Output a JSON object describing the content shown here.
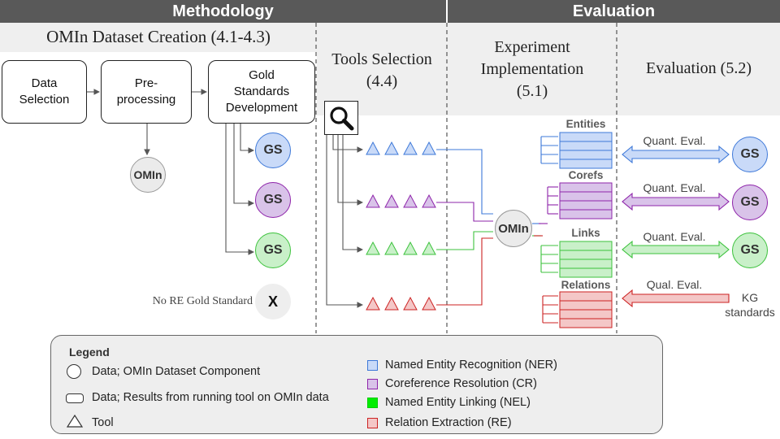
{
  "headers": {
    "methodology": "Methodology",
    "evaluation": "Evaluation"
  },
  "sections": {
    "dataset_creation": "OMIn Dataset Creation (4.1-4.3)",
    "tools_selection": [
      "Tools Selection",
      "(4.4)"
    ],
    "experiment_implementation": [
      "Experiment",
      "Implementation",
      "(5.1)"
    ],
    "evaluation_52": "Evaluation (5.2)"
  },
  "process_boxes": [
    {
      "id": "data-selection",
      "lines": [
        "Data",
        "Selection"
      ]
    },
    {
      "id": "preprocessing",
      "lines": [
        "Pre-",
        "processing"
      ]
    },
    {
      "id": "gold-standards",
      "lines": [
        "Gold",
        "Standards",
        "Development"
      ]
    }
  ],
  "omin_label": "OMIn",
  "gold_standard_label": "GS",
  "no_re_gold_standard": "No RE Gold Standard",
  "no_re_mark": "X",
  "result_groups": [
    {
      "key": "ner",
      "label": "Entities",
      "eval": "Quant. Eval.",
      "target": "GS"
    },
    {
      "key": "cr",
      "label": "Corefs",
      "eval": "Quant. Eval.",
      "target": "GS"
    },
    {
      "key": "nel",
      "label": "Links",
      "eval": "Quant. Eval.",
      "target": "GS"
    },
    {
      "key": "re",
      "label": "Relations",
      "eval": "Qual. Eval.",
      "target": [
        "KG",
        "standards"
      ]
    }
  ],
  "icons": {
    "magnifier": "magnifier-icon"
  },
  "colors": {
    "header_bg": "#595959",
    "band_bg": "#efefef",
    "ner_fill": "#c9daf8",
    "ner_stroke": "#3d78d8",
    "cr_fill": "#d9c3e9",
    "cr_stroke": "#8e24aa",
    "nel_fill": "#c9f0c9",
    "nel_stroke": "#3cc23c",
    "re_fill": "#f4c7c7",
    "re_stroke": "#cc2222"
  },
  "legend": {
    "title": "Legend",
    "shapes": [
      {
        "shape": "circle",
        "text": "Data; OMIn Dataset Component"
      },
      {
        "shape": "rounded-rect",
        "text": "Data; Results from running tool on OMIn data"
      },
      {
        "shape": "triangle",
        "text": "Tool"
      }
    ],
    "tasks": [
      {
        "key": "ner",
        "text": "Named Entity Recognition (NER)"
      },
      {
        "key": "cr",
        "text": "Coreference Resolution (CR)"
      },
      {
        "key": "nel",
        "text": "Named Entity Linking (NEL)"
      },
      {
        "key": "re",
        "text": "Relation Extraction (RE)"
      }
    ]
  }
}
